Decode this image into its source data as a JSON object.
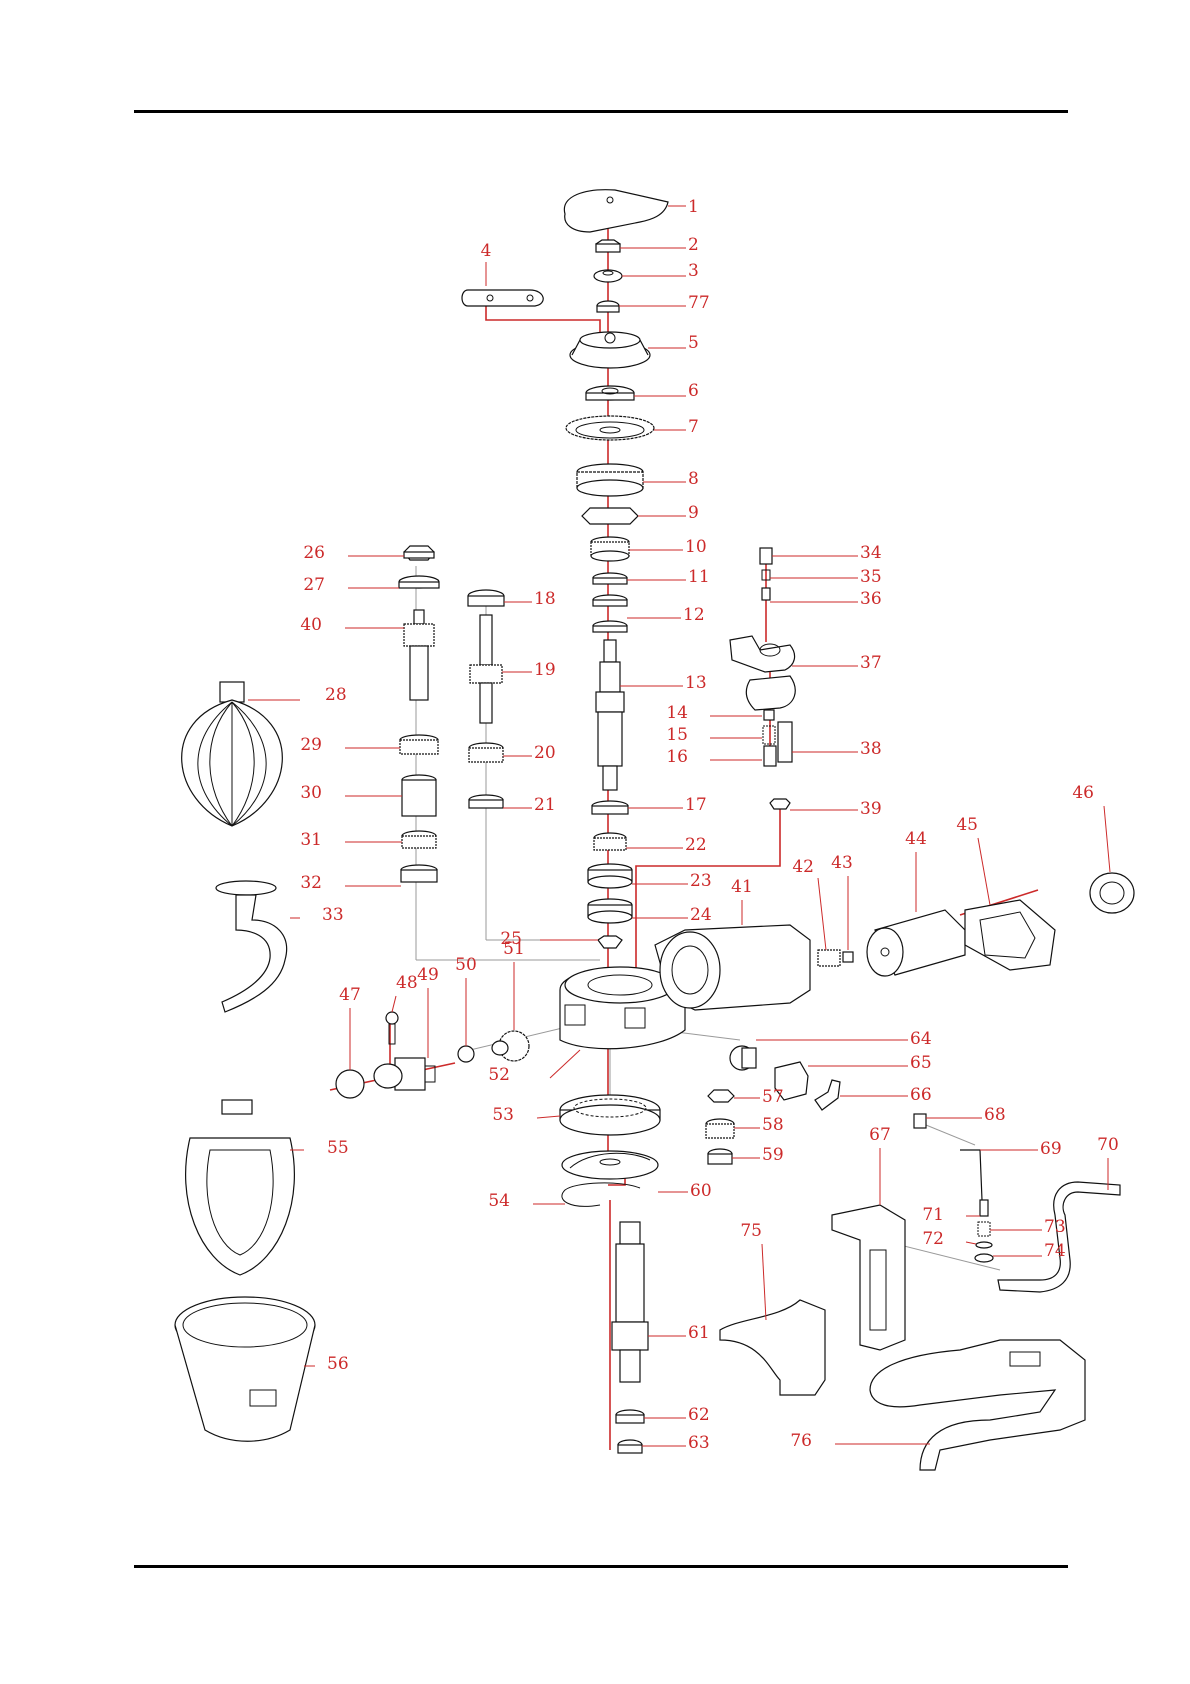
{
  "colors": {
    "label": "#cc2a2a",
    "leader": "#cc2a2a",
    "line": "#111111"
  },
  "parts": [
    {
      "num": "1"
    },
    {
      "num": "2"
    },
    {
      "num": "3"
    },
    {
      "num": "4"
    },
    {
      "num": "5"
    },
    {
      "num": "6"
    },
    {
      "num": "7"
    },
    {
      "num": "8"
    },
    {
      "num": "9"
    },
    {
      "num": "10"
    },
    {
      "num": "11"
    },
    {
      "num": "12"
    },
    {
      "num": "13"
    },
    {
      "num": "14"
    },
    {
      "num": "15"
    },
    {
      "num": "16"
    },
    {
      "num": "17"
    },
    {
      "num": "18"
    },
    {
      "num": "19"
    },
    {
      "num": "20"
    },
    {
      "num": "21"
    },
    {
      "num": "22"
    },
    {
      "num": "23"
    },
    {
      "num": "24"
    },
    {
      "num": "25"
    },
    {
      "num": "26"
    },
    {
      "num": "27"
    },
    {
      "num": "28"
    },
    {
      "num": "29"
    },
    {
      "num": "30"
    },
    {
      "num": "31"
    },
    {
      "num": "32"
    },
    {
      "num": "33"
    },
    {
      "num": "34"
    },
    {
      "num": "35"
    },
    {
      "num": "36"
    },
    {
      "num": "37"
    },
    {
      "num": "38"
    },
    {
      "num": "39"
    },
    {
      "num": "40"
    },
    {
      "num": "41"
    },
    {
      "num": "42"
    },
    {
      "num": "43"
    },
    {
      "num": "44"
    },
    {
      "num": "45"
    },
    {
      "num": "46"
    },
    {
      "num": "47"
    },
    {
      "num": "48"
    },
    {
      "num": "49"
    },
    {
      "num": "50"
    },
    {
      "num": "51"
    },
    {
      "num": "52"
    },
    {
      "num": "53"
    },
    {
      "num": "54"
    },
    {
      "num": "55"
    },
    {
      "num": "56"
    },
    {
      "num": "57"
    },
    {
      "num": "58"
    },
    {
      "num": "59"
    },
    {
      "num": "60"
    },
    {
      "num": "61"
    },
    {
      "num": "62"
    },
    {
      "num": "63"
    },
    {
      "num": "64"
    },
    {
      "num": "65"
    },
    {
      "num": "66"
    },
    {
      "num": "67"
    },
    {
      "num": "68"
    },
    {
      "num": "69"
    },
    {
      "num": "70"
    },
    {
      "num": "71"
    },
    {
      "num": "72"
    },
    {
      "num": "73"
    },
    {
      "num": "74"
    },
    {
      "num": "75"
    },
    {
      "num": "76"
    },
    {
      "num": "77"
    }
  ]
}
